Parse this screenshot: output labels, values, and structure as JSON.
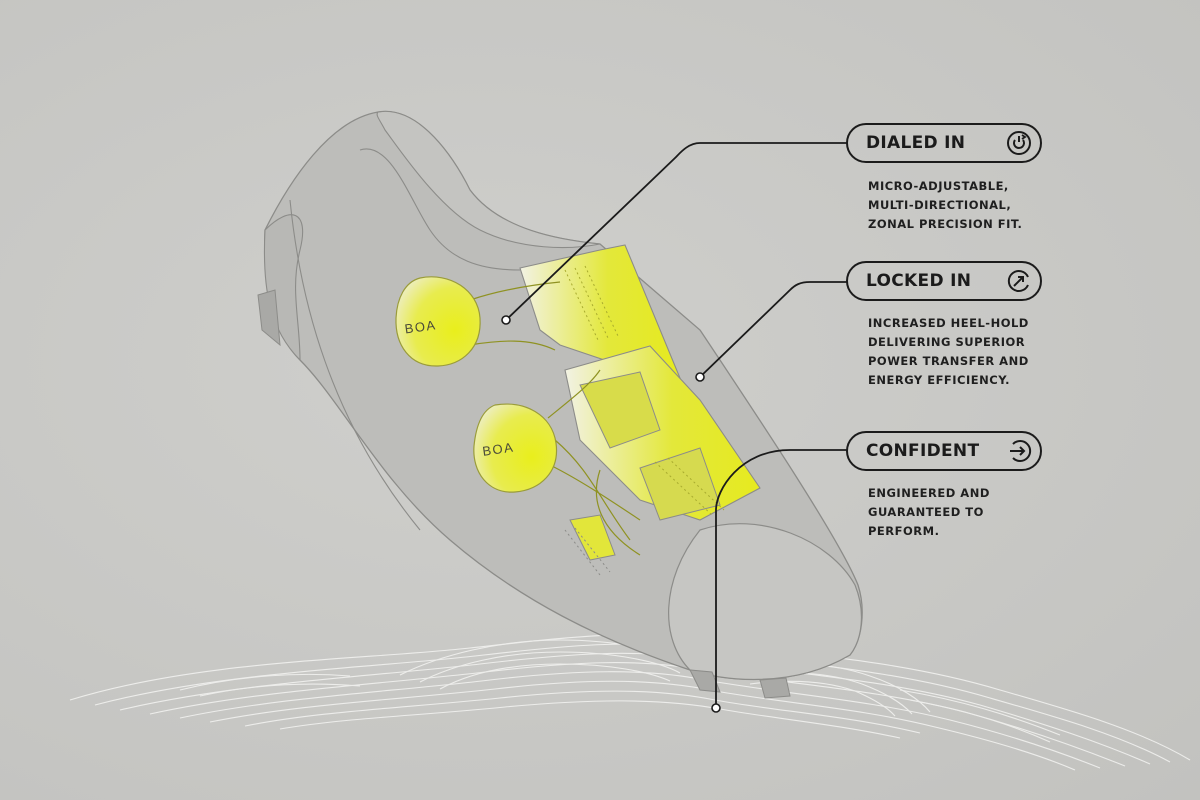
{
  "brand": {
    "dial_label_1": "BOA",
    "dial_label_2": "BOA"
  },
  "features": [
    {
      "title": "DIALED IN",
      "icon": "dial-clockwise-icon",
      "description": "MICRO-ADJUSTABLE,\nMULTI-DIRECTIONAL,\nZONAL PRECISION FIT."
    },
    {
      "title": "LOCKED IN",
      "icon": "locked-arrow-icon",
      "description": "INCREASED HEEL-HOLD\nDELIVERING SUPERIOR\nPOWER TRANSFER AND\nENERGY EFFICIENCY."
    },
    {
      "title": "CONFIDENT",
      "icon": "confident-arrow-icon",
      "description": "ENGINEERED AND\nGUARANTEED TO\nPERFORM."
    }
  ],
  "colors": {
    "background": "#c9c9c6",
    "shoe_fill": "#bfbfbc",
    "shoe_outline": "#8f8f8c",
    "accent": "#e6ea2a",
    "ink": "#1b1b1b",
    "contour": "#ffffff"
  }
}
